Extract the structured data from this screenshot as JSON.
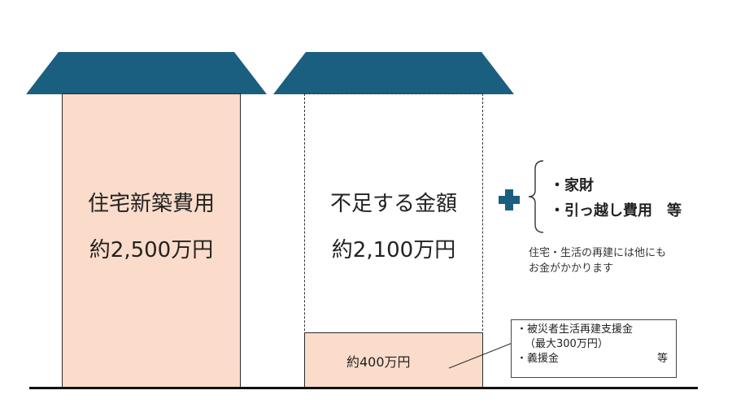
{
  "house_new": {
    "label": "住宅新築費用",
    "amount": "約2,500万円"
  },
  "house_gap": {
    "label": "不足する金額",
    "amount": "約2,100万円",
    "support_amount": "約400万円"
  },
  "extra_costs": {
    "items": [
      "・家財",
      "・引っ越し費用　等"
    ],
    "note_line1": "住宅・生活の再建には他にも",
    "note_line2": "お金がかかります"
  },
  "callout": {
    "line1": "・被災者生活再建支援金",
    "line2": "（最大300万円）",
    "line3": "・義援金",
    "line3_suffix": "等"
  },
  "colors": {
    "roof": "#1b5f80",
    "house_fill": "#fbdccb",
    "plus": "#1b5f80"
  }
}
